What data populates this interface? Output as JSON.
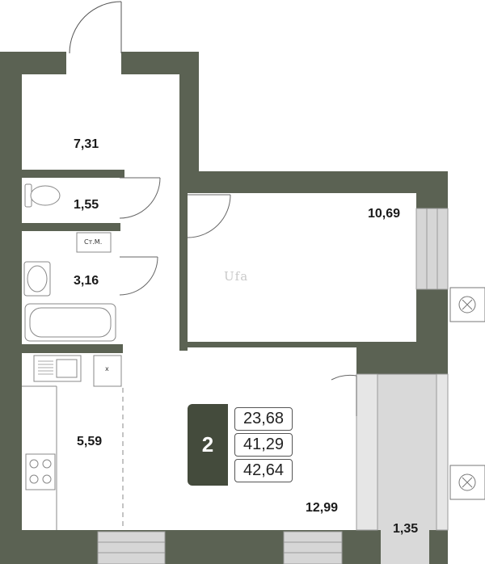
{
  "rooms": {
    "hallway": {
      "area": "7,31"
    },
    "toilet": {
      "area": "1,55"
    },
    "bathroom": {
      "area": "3,16"
    },
    "bedroom": {
      "area": "10,69"
    },
    "kitchen": {
      "area": "5,59"
    },
    "living": {
      "area": "12,99"
    },
    "balcony": {
      "area": "1,35"
    }
  },
  "fixtures": {
    "washer_label": "Ст.М.",
    "fridge_label": "х"
  },
  "summary": {
    "room_count": "2",
    "living_area": "23,68",
    "total_area": "41,29",
    "total_with_balcony": "42,64"
  },
  "watermark": "Ufa",
  "colors": {
    "wall": "#5b6253",
    "balcony_floor": "#d9d9d9",
    "badge": "#444b3c"
  }
}
